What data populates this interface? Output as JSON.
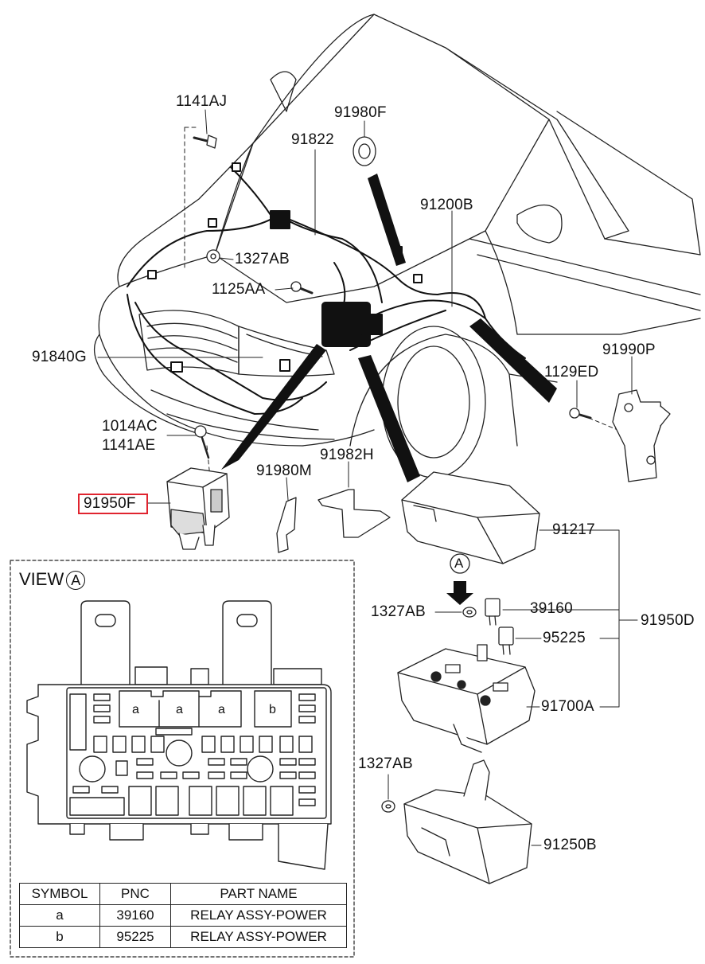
{
  "labels": {
    "p1141aj": "1141AJ",
    "p91980f": "91980F",
    "p91822": "91822",
    "p91200b": "91200B",
    "p1327ab_top": "1327AB",
    "p1125aa": "1125AA",
    "p91840g": "91840G",
    "p91990p": "91990P",
    "p1129ed": "1129ED",
    "p1014ac": "1014AC",
    "p1141ae": "1141AE",
    "p91982h": "91982H",
    "p91980m": "91980M",
    "p91950f": "91950F",
    "p91217": "91217",
    "p39160": "39160",
    "p1327ab_mid": "1327AB",
    "p95225": "95225",
    "p91950d": "91950D",
    "p91700a": "91700A",
    "p1327ab_low": "1327AB",
    "p91250b": "91250B",
    "view_marker": "A"
  },
  "view": {
    "title": "VIEW",
    "marker": "A",
    "relay_a": "a",
    "relay_b": "b"
  },
  "legend": {
    "headers": [
      "SYMBOL",
      "PNC",
      "PART NAME"
    ],
    "rows": [
      {
        "symbol": "a",
        "pnc": "39160",
        "name": "RELAY ASSY-POWER"
      },
      {
        "symbol": "b",
        "pnc": "95225",
        "name": "RELAY ASSY-POWER"
      }
    ]
  },
  "highlight": {
    "color": "#e0242f",
    "part": "91950F"
  }
}
